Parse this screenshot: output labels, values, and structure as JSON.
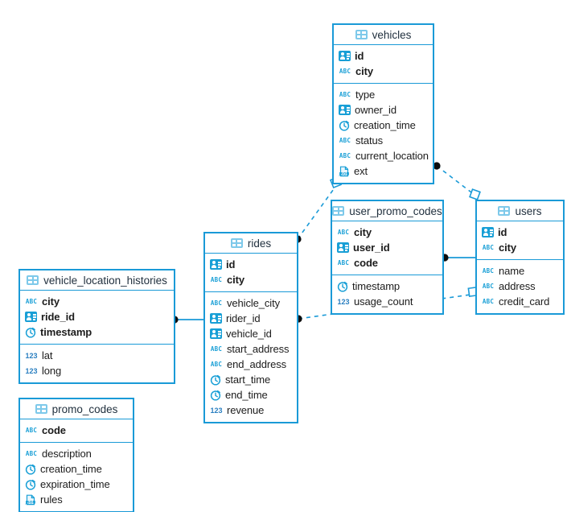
{
  "diagram": {
    "type": "entity-relationship-diagram",
    "colors": {
      "border": "#1a9ad7",
      "icon_blue": "#189fd6",
      "header_icon": "#7ec9ea",
      "text": "#1c1c1c",
      "edge": "#1a9ad7"
    }
  },
  "tables": [
    {
      "id": "vehicles",
      "name": "vehicles",
      "primary_keys": [
        {
          "name": "id",
          "icon": "uuid-icon"
        },
        {
          "name": "city",
          "icon": "abc-icon"
        }
      ],
      "columns": [
        {
          "name": "type",
          "icon": "abc-icon"
        },
        {
          "name": "owner_id",
          "icon": "uuid-icon"
        },
        {
          "name": "creation_time",
          "icon": "clock-icon"
        },
        {
          "name": "status",
          "icon": "abc-icon"
        },
        {
          "name": "current_location",
          "icon": "abc-icon"
        },
        {
          "name": "ext",
          "icon": "json-icon"
        }
      ]
    },
    {
      "id": "user_promo_codes",
      "name": "user_promo_codes",
      "primary_keys": [
        {
          "name": "city",
          "icon": "abc-icon"
        },
        {
          "name": "user_id",
          "icon": "uuid-icon"
        },
        {
          "name": "code",
          "icon": "abc-icon"
        }
      ],
      "columns": [
        {
          "name": "timestamp",
          "icon": "clock-icon"
        },
        {
          "name": "usage_count",
          "icon": "number-icon"
        }
      ]
    },
    {
      "id": "users",
      "name": "users",
      "primary_keys": [
        {
          "name": "id",
          "icon": "uuid-icon"
        },
        {
          "name": "city",
          "icon": "abc-icon"
        }
      ],
      "columns": [
        {
          "name": "name",
          "icon": "abc-icon"
        },
        {
          "name": "address",
          "icon": "abc-icon"
        },
        {
          "name": "credit_card",
          "icon": "abc-icon"
        }
      ]
    },
    {
      "id": "rides",
      "name": "rides",
      "primary_keys": [
        {
          "name": "id",
          "icon": "uuid-icon"
        },
        {
          "name": "city",
          "icon": "abc-icon"
        }
      ],
      "columns": [
        {
          "name": "vehicle_city",
          "icon": "abc-icon"
        },
        {
          "name": "rider_id",
          "icon": "uuid-icon"
        },
        {
          "name": "vehicle_id",
          "icon": "uuid-icon"
        },
        {
          "name": "start_address",
          "icon": "abc-icon"
        },
        {
          "name": "end_address",
          "icon": "abc-icon"
        },
        {
          "name": "start_time",
          "icon": "clock-icon"
        },
        {
          "name": "end_time",
          "icon": "clock-icon"
        },
        {
          "name": "revenue",
          "icon": "number-icon"
        }
      ]
    },
    {
      "id": "vehicle_location_histories",
      "name": "vehicle_location_histories",
      "primary_keys": [
        {
          "name": "city",
          "icon": "abc-icon"
        },
        {
          "name": "ride_id",
          "icon": "uuid-icon"
        },
        {
          "name": "timestamp",
          "icon": "clock-icon"
        }
      ],
      "columns": [
        {
          "name": "lat",
          "icon": "number-icon"
        },
        {
          "name": "long",
          "icon": "number-icon"
        }
      ]
    },
    {
      "id": "promo_codes",
      "name": "promo_codes",
      "primary_keys": [
        {
          "name": "code",
          "icon": "abc-icon"
        }
      ],
      "columns": [
        {
          "name": "description",
          "icon": "abc-icon"
        },
        {
          "name": "creation_time",
          "icon": "clock-icon"
        },
        {
          "name": "expiration_time",
          "icon": "clock-icon"
        },
        {
          "name": "rules",
          "icon": "json-icon"
        }
      ]
    }
  ],
  "relationships": [
    {
      "id": "rel-vehicles-rides",
      "from": "rides",
      "to": "vehicles",
      "style": "dashed",
      "from_marker": "dot",
      "to_marker": "square"
    },
    {
      "id": "rel-vehicles-users",
      "from": "vehicles",
      "to": "users",
      "style": "dashed",
      "from_marker": "dot",
      "to_marker": "square"
    },
    {
      "id": "rel-upc-users",
      "from": "user_promo_codes",
      "to": "users",
      "style": "solid",
      "from_marker": "dot",
      "to_marker": "none"
    },
    {
      "id": "rel-rides-users",
      "from": "rides",
      "to": "users",
      "style": "dashed",
      "from_marker": "dot",
      "to_marker": "square"
    },
    {
      "id": "rel-vlh-rides",
      "from": "vehicle_location_histories",
      "to": "rides",
      "style": "solid",
      "from_marker": "dot",
      "to_marker": "none"
    }
  ]
}
